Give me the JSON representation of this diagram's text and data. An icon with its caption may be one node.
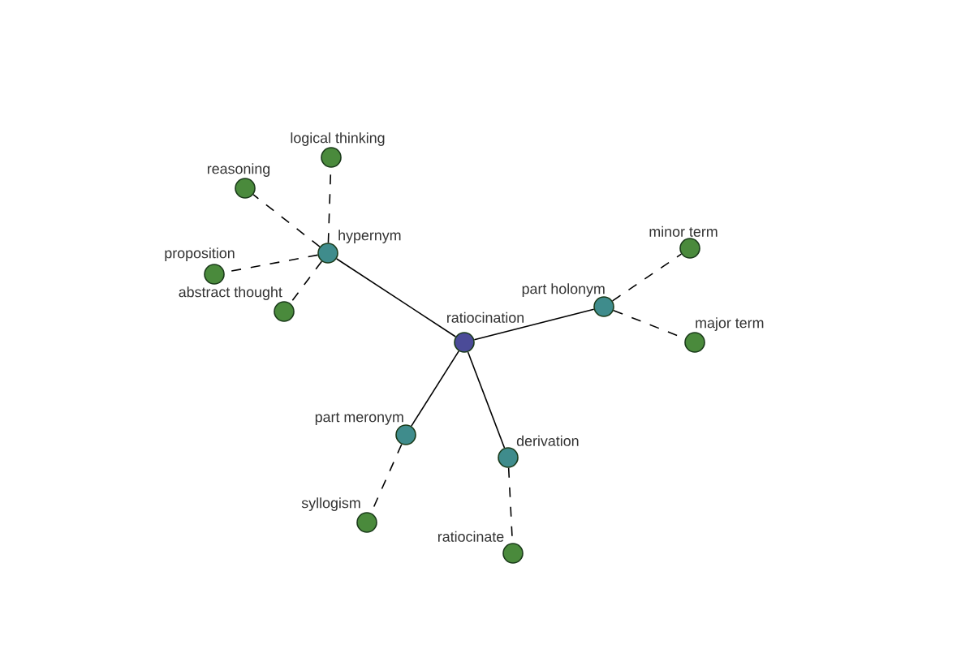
{
  "diagram": {
    "nodes": [
      {
        "text": [
          "logical thinking"
        ]
      },
      {
        "text": [
          "reasoning"
        ]
      },
      {
        "text": [
          "minor term"
        ]
      },
      {
        "text": [
          "hypernym"
        ]
      },
      {
        "text": [
          "proposition"
        ]
      },
      {
        "text": [
          "part holonym"
        ]
      },
      {
        "text": [
          "abstract thought"
        ]
      },
      {
        "text": [
          "ratiocination"
        ]
      },
      {
        "text": [
          "major term"
        ]
      },
      {
        "text": [
          "part meronym"
        ]
      },
      {
        "text": [
          "derivation"
        ]
      },
      {
        "text": [
          "syllogism"
        ]
      },
      {
        "text": [
          "ratiocinate"
        ]
      }
    ],
    "edges": [
      {
        "from": 7,
        "to": 3,
        "arrow": "none"
      },
      {
        "from": 7,
        "to": 5,
        "arrow": "none"
      },
      {
        "from": 7,
        "to": 9,
        "arrow": "none"
      },
      {
        "from": 7,
        "to": 10,
        "arrow": "none"
      },
      {
        "from": 3,
        "to": 0,
        "arrow": "none",
        "style": "dashed"
      },
      {
        "from": 3,
        "to": 1,
        "arrow": "none",
        "style": "dashed"
      },
      {
        "from": 3,
        "to": 4,
        "arrow": "none",
        "style": "dashed"
      },
      {
        "from": 3,
        "to": 6,
        "arrow": "none",
        "style": "dashed"
      },
      {
        "from": 5,
        "to": 2,
        "arrow": "none",
        "style": "dashed"
      },
      {
        "from": 5,
        "to": 8,
        "arrow": "none",
        "style": "dashed"
      },
      {
        "from": 9,
        "to": 11,
        "arrow": "none",
        "style": "dashed"
      },
      {
        "from": 10,
        "to": 12,
        "arrow": "none",
        "style": "dashed"
      }
    ]
  }
}
